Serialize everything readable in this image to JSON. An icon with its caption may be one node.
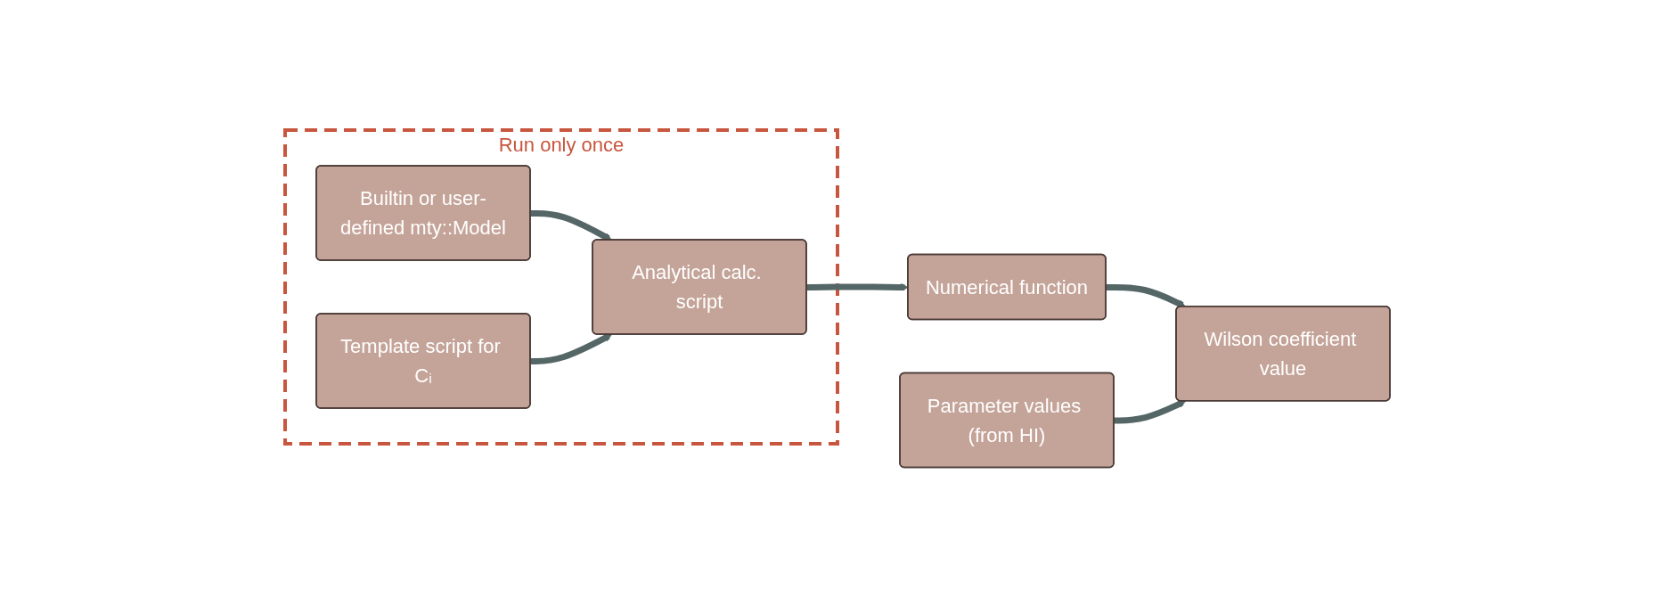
{
  "diagram": {
    "nodes": [
      {
        "text": [
          "Run only once"
        ]
      },
      {
        "text": [
          "Builtin or user-defined mty::Model"
        ],
        "in": 0
      },
      {
        "text": [
          "Analytical calc. script"
        ],
        "in": 0
      },
      {
        "text": [
          "Template script for Cᵢ"
        ],
        "in": 0
      },
      {
        "text": [
          "Numerical function"
        ]
      },
      {
        "text": [
          "Wilson coefficient value"
        ]
      },
      {
        "text": [
          "Parameter values (from HI)"
        ]
      }
    ],
    "edges": [
      {
        "from": 1,
        "to": 2,
        "arrow": "to"
      },
      {
        "from": 3,
        "to": 2,
        "arrow": "to"
      },
      {
        "from": 2,
        "to": 4,
        "arrow": "to"
      },
      {
        "from": 4,
        "to": 5,
        "arrow": "to"
      },
      {
        "from": 6,
        "to": 5,
        "arrow": "to"
      }
    ]
  }
}
